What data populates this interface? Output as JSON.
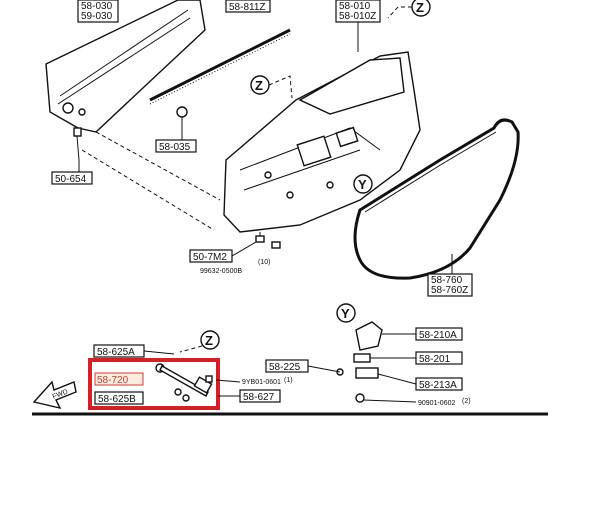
{
  "labels": {
    "tl_1": "58-030",
    "tl_2": "59-030",
    "top_seal": "58-811Z",
    "panel_1": "58-010",
    "panel_2": "58-010Z",
    "clip": "58-035",
    "screw": "50-654",
    "bolt": "50-7M2",
    "bolt_qty": "(10)",
    "bolt_part": "99632-0500B",
    "seal_1": "58-760",
    "seal_2": "58-760Z",
    "stop_a": "58-625A",
    "stop_b": "58-625B",
    "rod": "58-720",
    "rod_bolt": "9YB01-0601",
    "rod_bolt_qty": "(1)",
    "bracket": "58-627",
    "hinge_mid": "58-225",
    "striker": "58-210A",
    "plate": "58-201",
    "cover": "58-213A",
    "screw2": "90901-0602",
    "screw2_qty": "(2)",
    "fwd": "FWD"
  },
  "callouts": {
    "z": "Z",
    "y": "Y"
  },
  "colors": {
    "highlight": "#d81f26",
    "ink": "#111111",
    "faded_text": "#d43a32"
  }
}
